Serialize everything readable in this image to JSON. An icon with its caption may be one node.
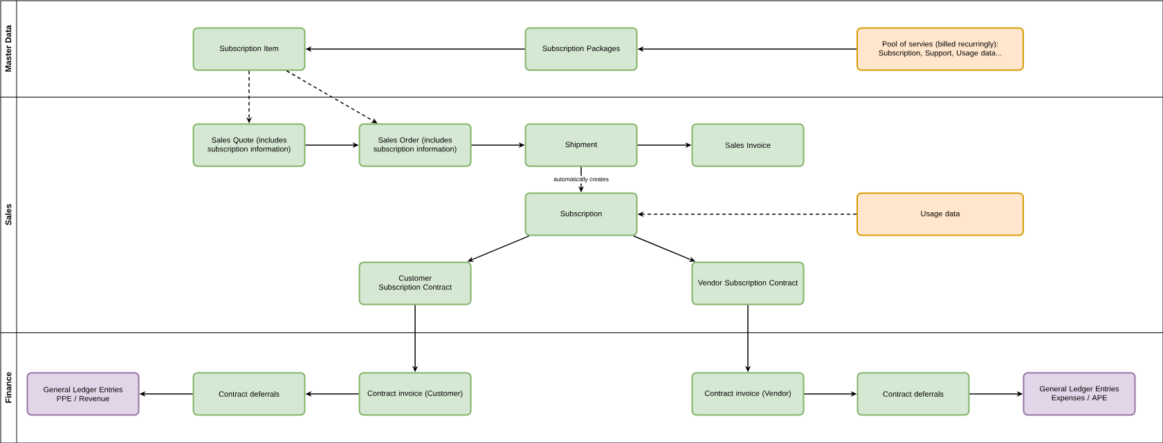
{
  "diagram": {
    "nodes": [
      {
        "text": [
          "Master Data"
        ]
      },
      {
        "text": [
          "Sales"
        ]
      },
      {
        "text": [
          "Finance"
        ]
      },
      {
        "text": [
          "Subscription Item"
        ],
        "in": 0
      },
      {
        "text": [
          "Subscription Packages"
        ],
        "in": 0
      },
      {
        "text": [
          "Pool of servies (billed recurringly): Subscription, Support, Usage data..."
        ],
        "in": 0
      },
      {
        "text": [
          "Sales Quote (includes subscription information)"
        ],
        "in": 1
      },
      {
        "text": [
          "Sales Order (includes subscription information)"
        ],
        "in": 1
      },
      {
        "text": [
          "Shipment"
        ],
        "in": 1
      },
      {
        "text": [
          "Sales Invoice"
        ],
        "in": 1
      },
      {
        "text": [
          "Subscription"
        ],
        "in": 1
      },
      {
        "text": [
          "Usage data"
        ],
        "in": 1
      },
      {
        "text": [
          "Customer Subscription Contract"
        ],
        "in": 1
      },
      {
        "text": [
          "Vendor Subscription Contract"
        ],
        "in": 1
      },
      {
        "text": [
          "General Ledger Entries PPE / Revenue"
        ],
        "in": 2
      },
      {
        "text": [
          "Contract deferrals"
        ],
        "in": 2
      },
      {
        "text": [
          "Contract invoice (Customer)"
        ],
        "in": 2
      },
      {
        "text": [
          "Contract invoice (Vendor)"
        ],
        "in": 2
      },
      {
        "text": [
          "Contract deferrals"
        ],
        "in": 2
      },
      {
        "text": [
          "General Ledger Entries Expenses / APE"
        ],
        "in": 2
      }
    ],
    "edges": [
      {
        "from": 4,
        "to": 3,
        "arrow": "to"
      },
      {
        "from": 5,
        "to": 4,
        "arrow": "to"
      },
      {
        "from": 3,
        "to": 6,
        "arrow": "to",
        "style": "dashed"
      },
      {
        "from": 3,
        "to": 7,
        "arrow": "to",
        "style": "dashed"
      },
      {
        "from": 6,
        "to": 7,
        "arrow": "to"
      },
      {
        "from": 7,
        "to": 8,
        "arrow": "to"
      },
      {
        "from": 8,
        "to": 9,
        "arrow": "to"
      },
      {
        "from": 8,
        "to": 10,
        "arrow": "to",
        "label": "automatically creates"
      },
      {
        "from": 11,
        "to": 10,
        "arrow": "to",
        "style": "dashed"
      },
      {
        "from": 10,
        "to": 12,
        "arrow": "to"
      },
      {
        "from": 10,
        "to": 13,
        "arrow": "to"
      },
      {
        "from": 12,
        "to": 16,
        "arrow": "to"
      },
      {
        "from": 13,
        "to": 17,
        "arrow": "to"
      },
      {
        "from": 16,
        "to": 15,
        "arrow": "to"
      },
      {
        "from": 15,
        "to": 14,
        "arrow": "to"
      },
      {
        "from": 17,
        "to": 18,
        "arrow": "to"
      },
      {
        "from": 18,
        "to": 19,
        "arrow": "to"
      }
    ]
  }
}
